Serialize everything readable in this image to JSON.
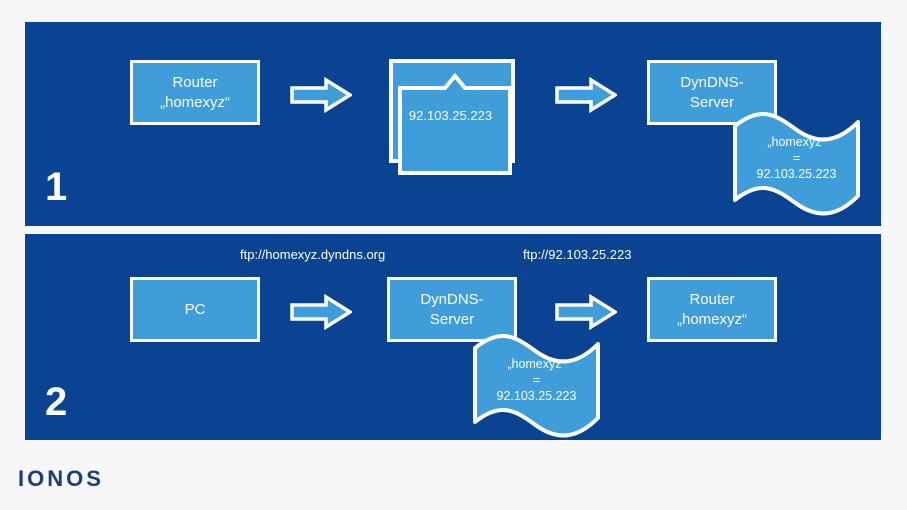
{
  "colors": {
    "background": "#f7f6f8",
    "panel_blue": "#0a4391",
    "node_blue": "#3f9ed9",
    "outline_white": "#ffffff",
    "logo_blue": "#1c3f79"
  },
  "brand": {
    "logo_text": "IONOS"
  },
  "panels": [
    {
      "step_number": "1",
      "nodes": {
        "router": "Router\n„homexyz“",
        "envelope_ip": "92.103.25.223",
        "dyndns_server": "DynDNS-\nServer",
        "banner": "„homexyz“\n=\n92.103.25.223"
      }
    },
    {
      "step_number": "2",
      "captions": {
        "left_url": "ftp://homexyz.dyndns.org",
        "right_url": "ftp://92.103.25.223"
      },
      "nodes": {
        "pc": "PC",
        "dyndns_server": "DynDNS-\nServer",
        "router": "Router\n„homexyz“",
        "banner": "„homexyz“\n=\n92.103.25.223"
      }
    }
  ]
}
